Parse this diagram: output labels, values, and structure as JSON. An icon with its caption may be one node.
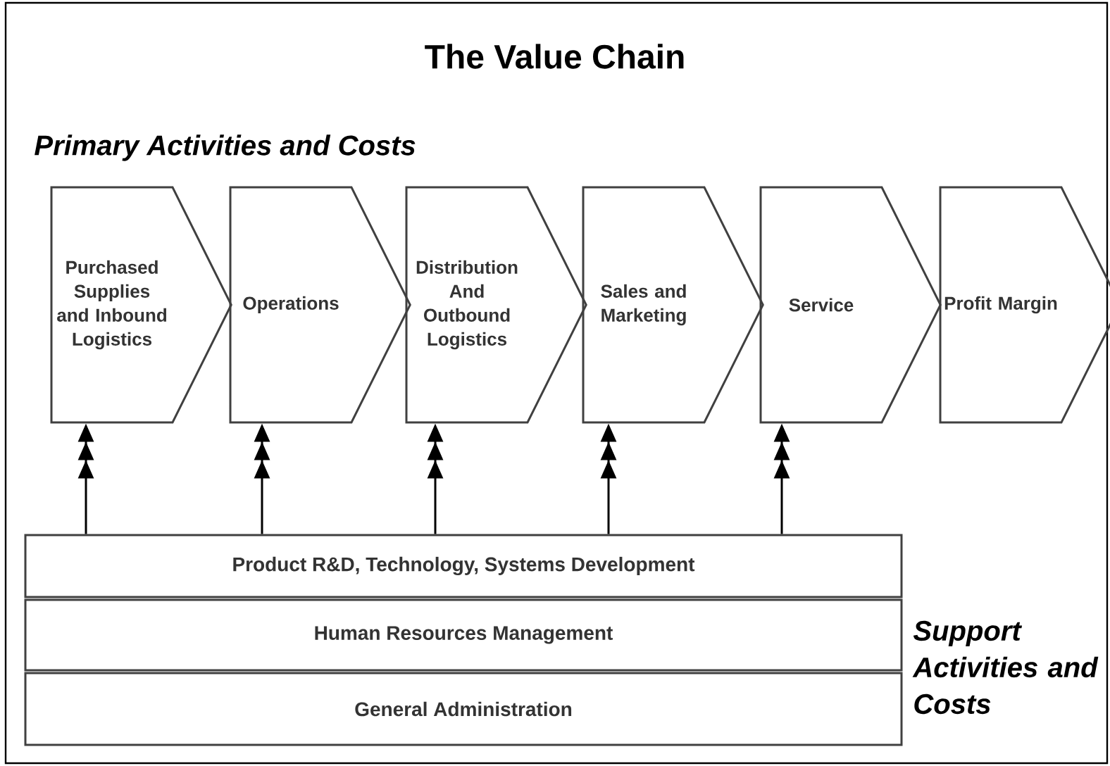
{
  "diagram": {
    "title": "The Value Chain",
    "nodes": [
      {
        "text": [
          "Purchased Supplies and Inbound Logistics"
        ]
      },
      {
        "text": [
          "Operations"
        ]
      },
      {
        "text": [
          "Distribution And Outbound Logistics"
        ]
      },
      {
        "text": [
          "Sales and Marketing"
        ]
      },
      {
        "text": [
          "Service"
        ]
      },
      {
        "text": [
          "Profit Margin"
        ]
      },
      {
        "text": [
          "Product R&D, Technology, Systems Development"
        ]
      },
      {
        "text": [
          "Human Resources Management"
        ]
      },
      {
        "text": [
          "General Administration"
        ]
      }
    ],
    "edges": [
      {
        "from": 6,
        "to": 0,
        "arrow": "to"
      },
      {
        "from": 6,
        "to": 1,
        "arrow": "to"
      },
      {
        "from": 6,
        "to": 2,
        "arrow": "to"
      },
      {
        "from": 6,
        "to": 3,
        "arrow": "to"
      },
      {
        "from": 6,
        "to": 4,
        "arrow": "to"
      }
    ],
    "labels": [
      "Primary Activities and Costs",
      "Support Activities and Costs"
    ]
  }
}
